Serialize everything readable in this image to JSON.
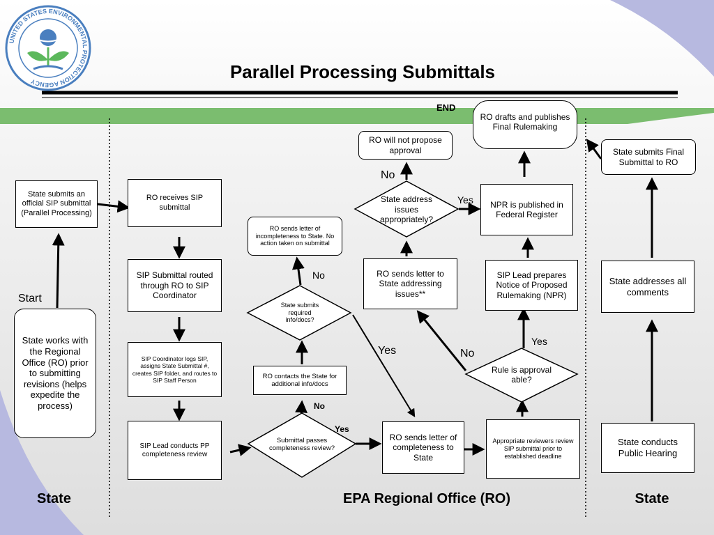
{
  "header": {
    "title": "Parallel Processing Submittals",
    "end_label": "END"
  },
  "logo": {
    "ring_text": "UNITED STATES ENVIRONMENTAL PROTECTION AGENCY"
  },
  "lanes": {
    "left": "State",
    "middle": "EPA Regional Office (RO)",
    "right": "State"
  },
  "start_label": "Start",
  "nodes": {
    "state_works": "State works with the Regional Office (RO) prior to submitting revisions (helps expedite the process)",
    "state_submits_official": "State submits an official SIP submittal (Parallel Processing)",
    "ro_receives": "RO receives SIP submittal",
    "routed": "SIP Submittal routed through RO to SIP Coordinator",
    "coordinator_logs": "SIP Coordinator logs SIP, assigns State Submittal #, creates SIP folder, and routes to SIP Staff Person",
    "lead_conducts": "SIP Lead conducts PP completeness review",
    "completeness_review": "Submittal passes completeness review?",
    "ro_contacts": "RO contacts the State for additional info/docs",
    "state_submits_required": "State submits required info/docs?",
    "incompleteness_letter": "RO sends letter of incompleteness to State.  No action taken on submittal",
    "completeness_letter": "RO sends letter of completeness to State",
    "reviewers": "Appropriate reviewers review SIP submittal prior to established deadline",
    "rule_approvable": "Rule is approval able?",
    "letter_issues": "RO sends letter to State addressing issues**",
    "address_issues": "State address issues appropriately?",
    "will_not_propose": "RO will not propose approval",
    "lead_prepares": "SIP Lead prepares Notice of Proposed Rulemaking (NPR)",
    "npr_published": "NPR is published in Federal Register",
    "final_rulemaking": "RO drafts and publishes Final Rulemaking",
    "public_hearing": "State conducts Public Hearing",
    "addresses_comments": "State addresses all comments",
    "final_submittal": "State submits Final Submittal  to RO"
  },
  "edge_labels": {
    "no_completeness": "No",
    "yes_completeness": "Yes",
    "no_required": "No",
    "yes_required": "Yes",
    "no_rule": "No",
    "yes_rule": "Yes",
    "no_address": "No",
    "yes_address": "Yes"
  },
  "colors": {
    "green_band": "#7bbd6f",
    "purple_corner": "#b7b9e0",
    "logo_blue": "#4a7fbf",
    "logo_green": "#5cb85c"
  }
}
